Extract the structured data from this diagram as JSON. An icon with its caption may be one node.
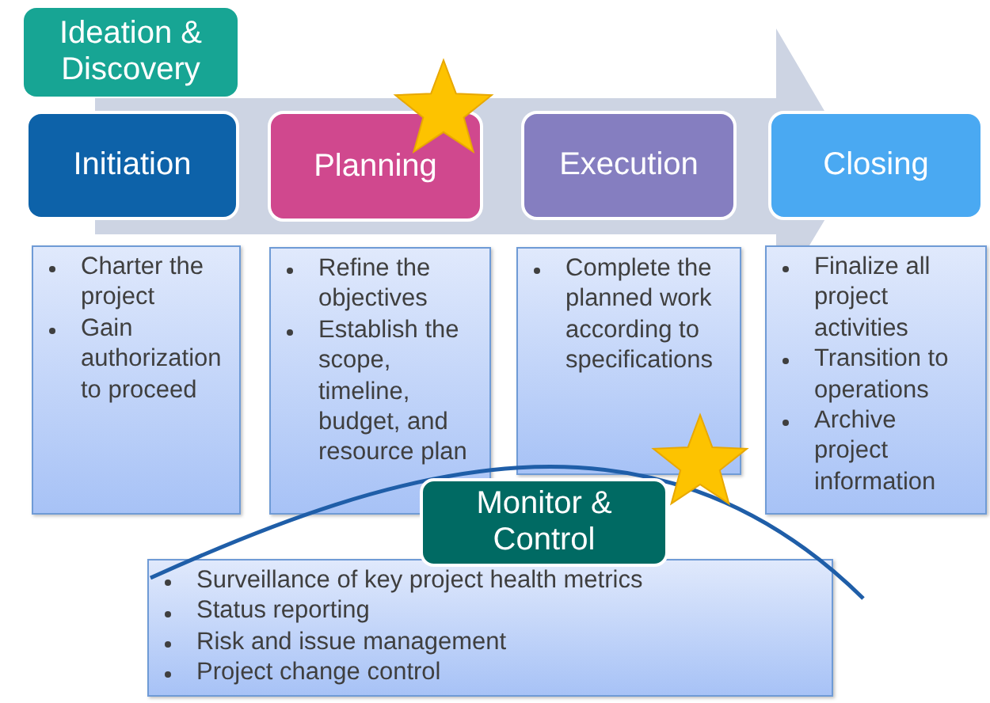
{
  "diagram": {
    "nodes": [
      {
        "text": [
          "Ideation & Discovery"
        ]
      },
      {
        "text": [
          "Initiation"
        ]
      },
      {
        "text": [
          "Planning"
        ]
      },
      {
        "text": [
          "Execution"
        ]
      },
      {
        "text": [
          "Closing"
        ]
      },
      {
        "text": [
          "Charter the project",
          "Gain authorization to proceed"
        ]
      },
      {
        "text": [
          "Refine the objectives",
          "Establish the scope, timeline, budget, and resource plan"
        ]
      },
      {
        "text": [
          "Complete the planned work according to specifications"
        ]
      },
      {
        "text": [
          "Finalize all project activities",
          "Transition to operations",
          "Archive project information"
        ]
      },
      {
        "text": [
          "Monitor & Control"
        ]
      },
      {
        "text": [
          "Surveillance of key project health metrics",
          "Status reporting",
          "Risk and issue management",
          "Project change control"
        ]
      }
    ]
  }
}
